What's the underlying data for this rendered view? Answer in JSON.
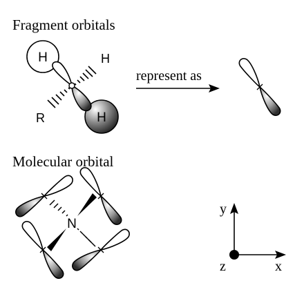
{
  "headings": {
    "fragment": "Fragment orbitals",
    "molecular": "Molecular orbital"
  },
  "fragment": {
    "atom_h_top": "H",
    "atom_h_right": "H",
    "atom_h_bottom": "H",
    "atom_r": "R"
  },
  "arrow_label": "represent as",
  "molecule": {
    "center_atom": "N"
  },
  "axes": {
    "x": "x",
    "y": "y",
    "z": "z"
  },
  "colors": {
    "ink": "#000000",
    "shade_light": "#ffffff",
    "shade_dark": "#3a3a3a"
  }
}
